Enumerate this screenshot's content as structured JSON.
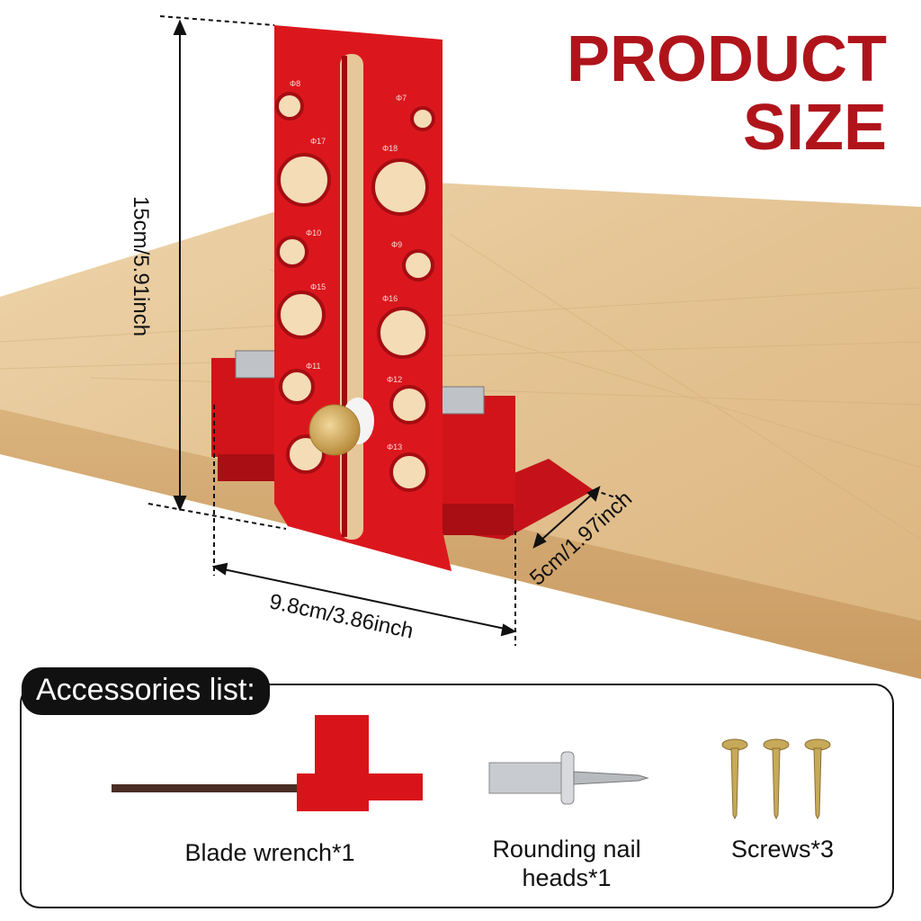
{
  "title": {
    "line1": "PRODUCT",
    "line2": "SIZE"
  },
  "dimensions": {
    "height": "15cm/5.91inch",
    "width": "9.8cm/3.86inch",
    "depth": "5cm/1.97inch"
  },
  "tool_engravings": [
    "Φ8",
    "Φ7",
    "Φ17",
    "Φ18",
    "Φ10",
    "Φ9",
    "Φ15",
    "Φ16",
    "Φ11",
    "Φ12",
    "Φ13"
  ],
  "accessories": {
    "heading": "Accessories list:",
    "items": [
      {
        "label": "Blade wrench*1"
      },
      {
        "label": "Rounding nail heads*1"
      },
      {
        "label": "Screws*3"
      }
    ]
  },
  "colors": {
    "brand_red": "#b0141b",
    "tool_red": "#d8141a",
    "wood": "#e6c79a"
  }
}
